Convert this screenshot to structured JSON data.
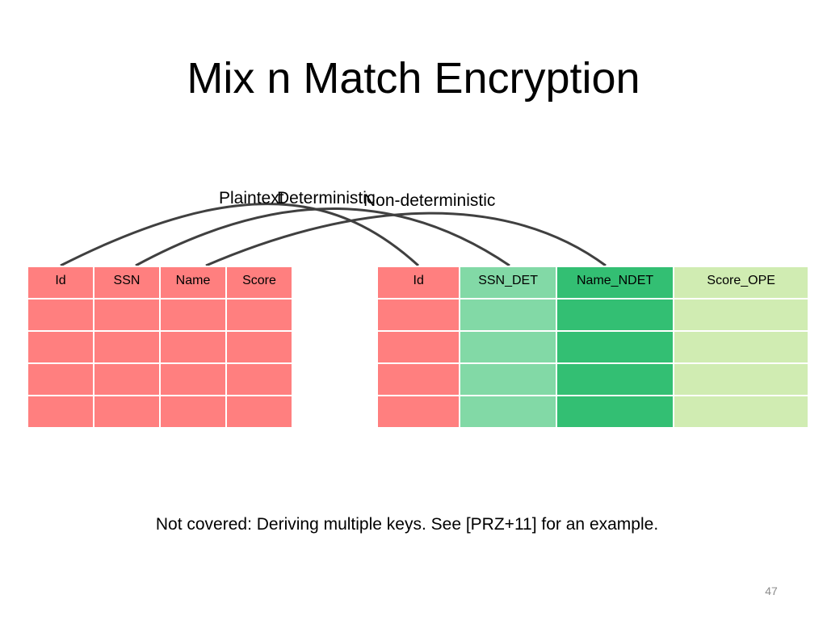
{
  "slide": {
    "title": "Mix n Match Encryption",
    "arc_labels": {
      "plaintext": "Plaintext",
      "deterministic": "Deterministic",
      "non_deterministic": "Non-deterministic"
    },
    "left_table": {
      "headers": [
        "Id",
        "SSN",
        "Name",
        "Score"
      ],
      "empty_rows": 4,
      "column_colors": [
        "#ff7f7f",
        "#ff7f7f",
        "#ff7f7f",
        "#ff7f7f"
      ]
    },
    "right_table": {
      "headers": [
        "Id",
        "SSN_DET",
        "Name_NDET",
        "Score_OPE"
      ],
      "empty_rows": 4,
      "column_colors": [
        "#ff7f7f",
        "#82d9a6",
        "#33bf73",
        "#d0ecb2"
      ]
    },
    "footnote": "Not covered: Deriving multiple keys. See [PRZ+11] for an example.",
    "page_number": "47",
    "arc_color": "#404040"
  }
}
